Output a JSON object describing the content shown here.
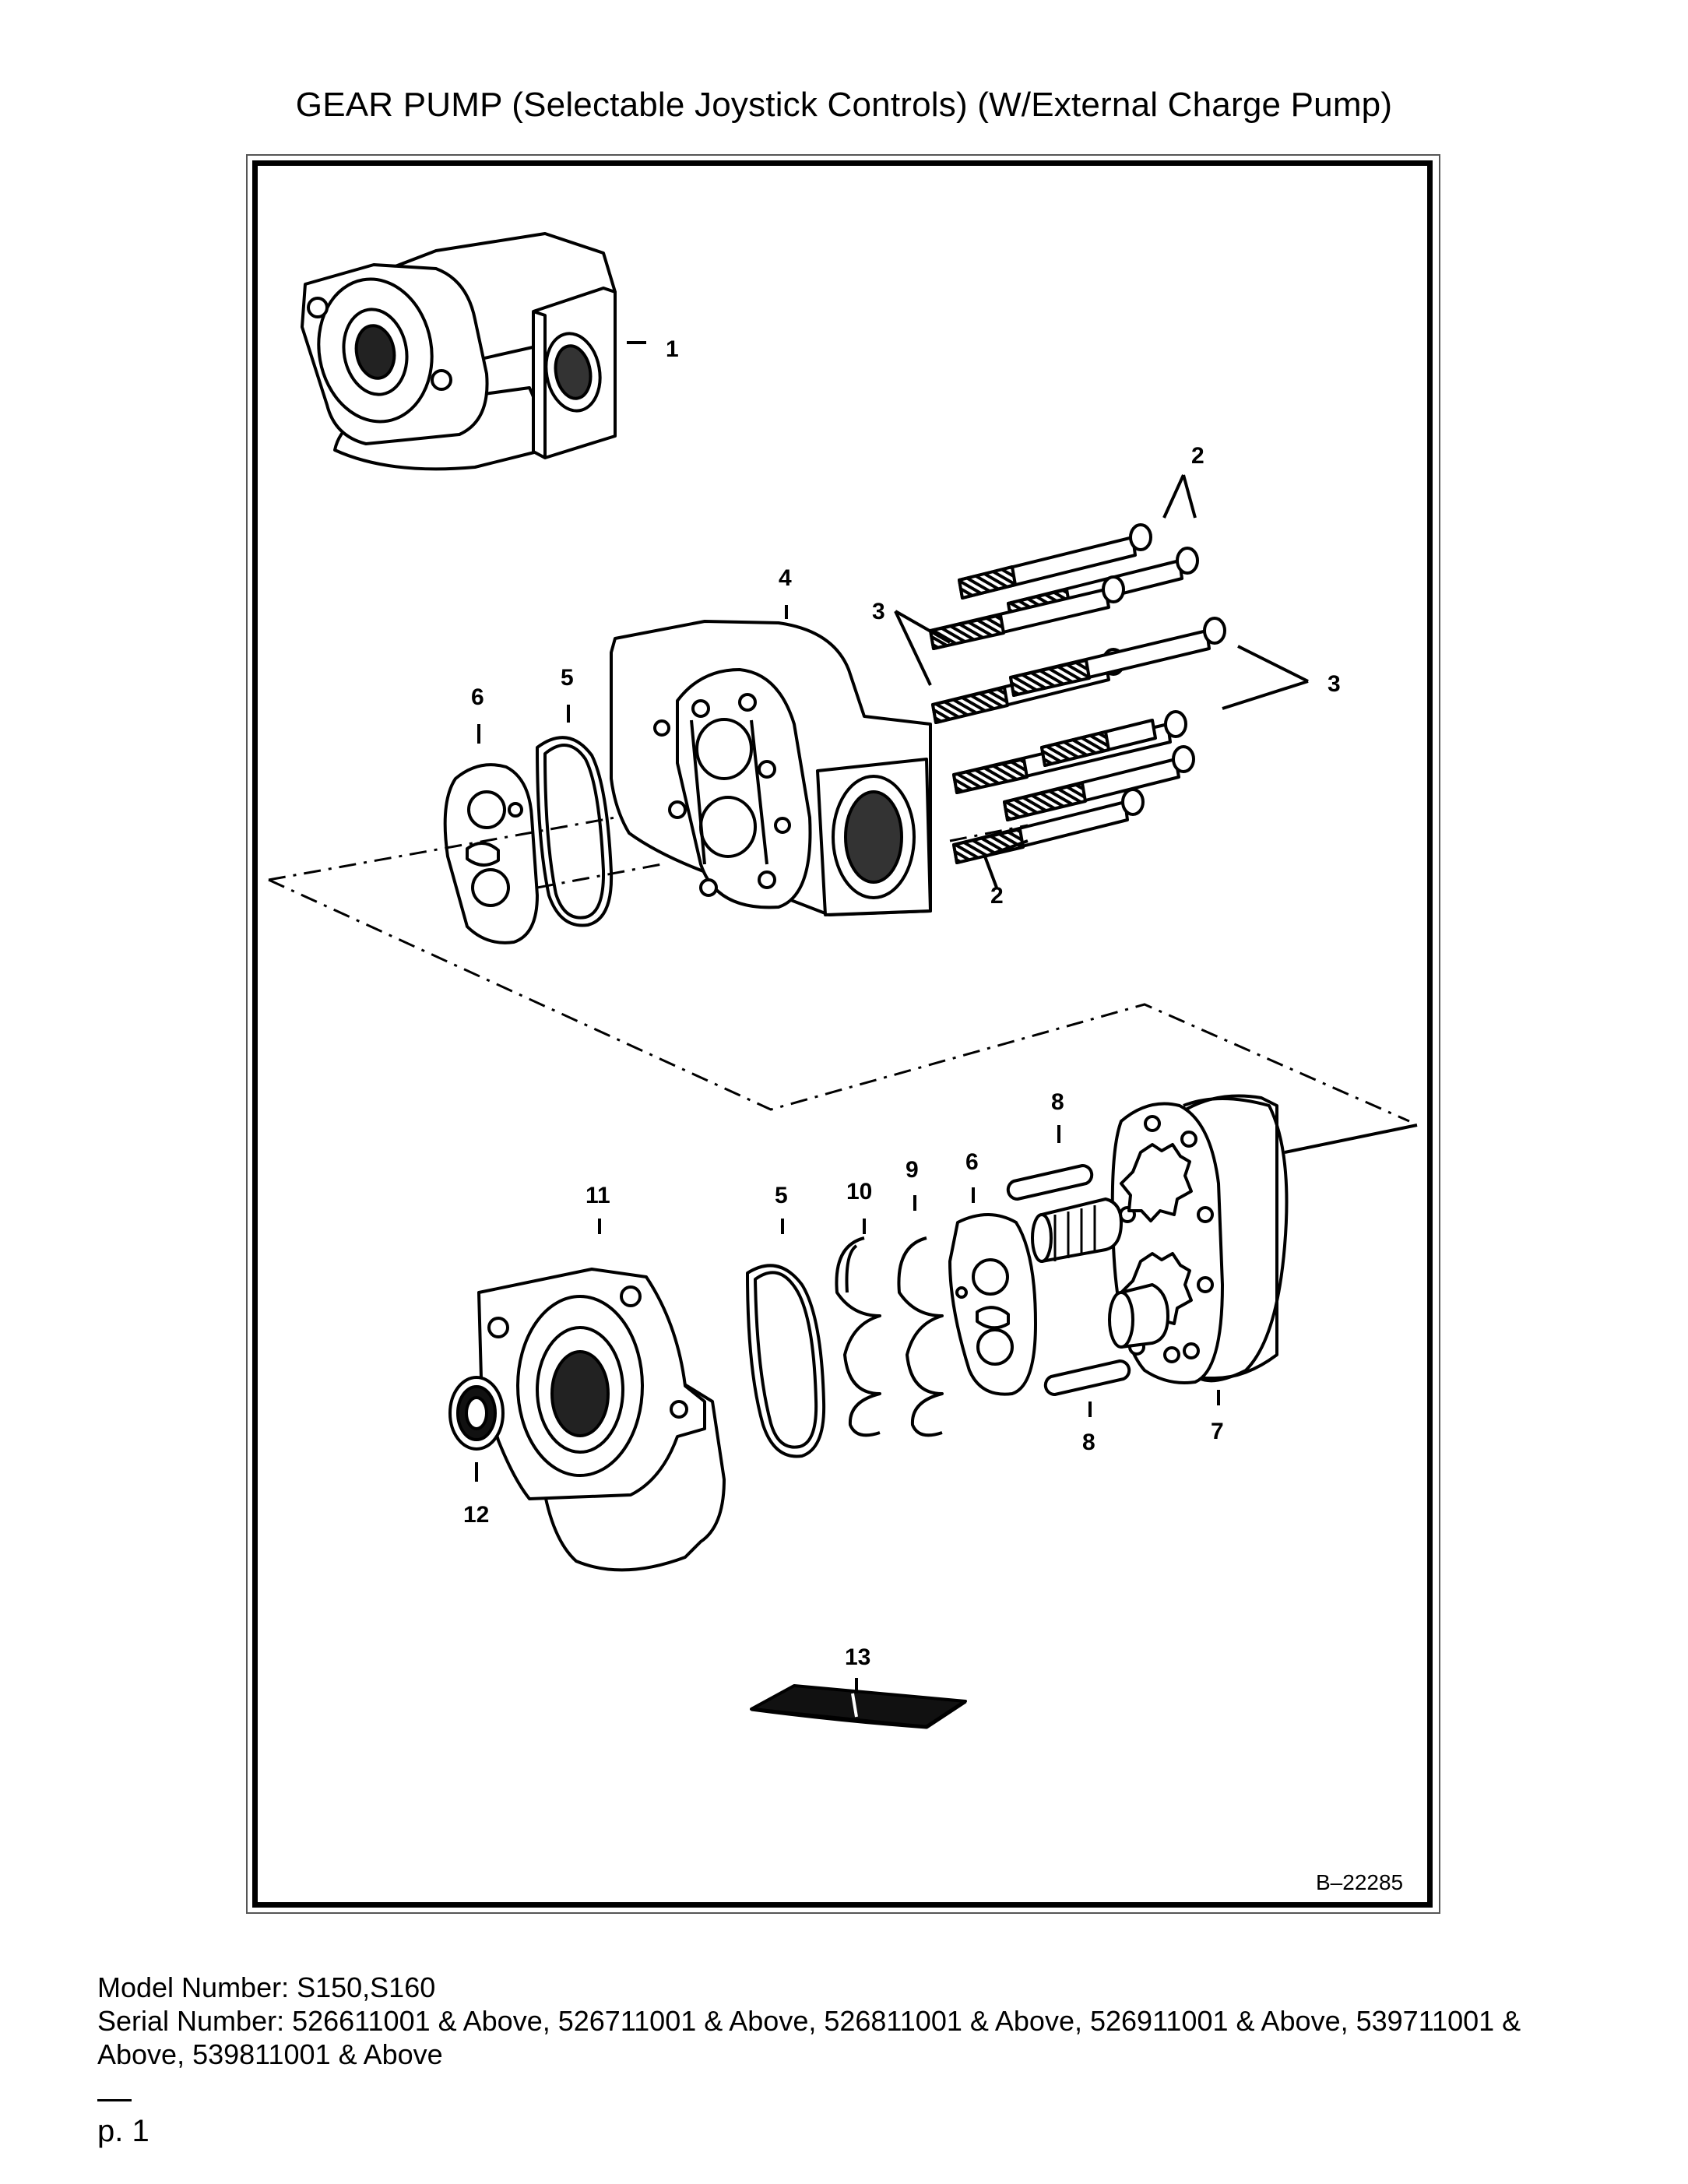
{
  "title": "GEAR PUMP (Selectable Joystick Controls) (W/External Charge Pump)",
  "drawing_number": "B–22285",
  "callouts": [
    "1",
    "2",
    "2",
    "3",
    "3",
    "4",
    "5",
    "5",
    "6",
    "6",
    "7",
    "8",
    "8",
    "9",
    "10",
    "11",
    "12",
    "13"
  ],
  "footer": {
    "model_line": "Model Number: S150,S160",
    "serial_line_1": "Serial Number: 526611001 & Above, 526711001 & Above, 526811001 & Above, 526911001 & Above, 539711001 &",
    "serial_line_2": "Above, 539811001 & Above",
    "page": "p. 1"
  }
}
